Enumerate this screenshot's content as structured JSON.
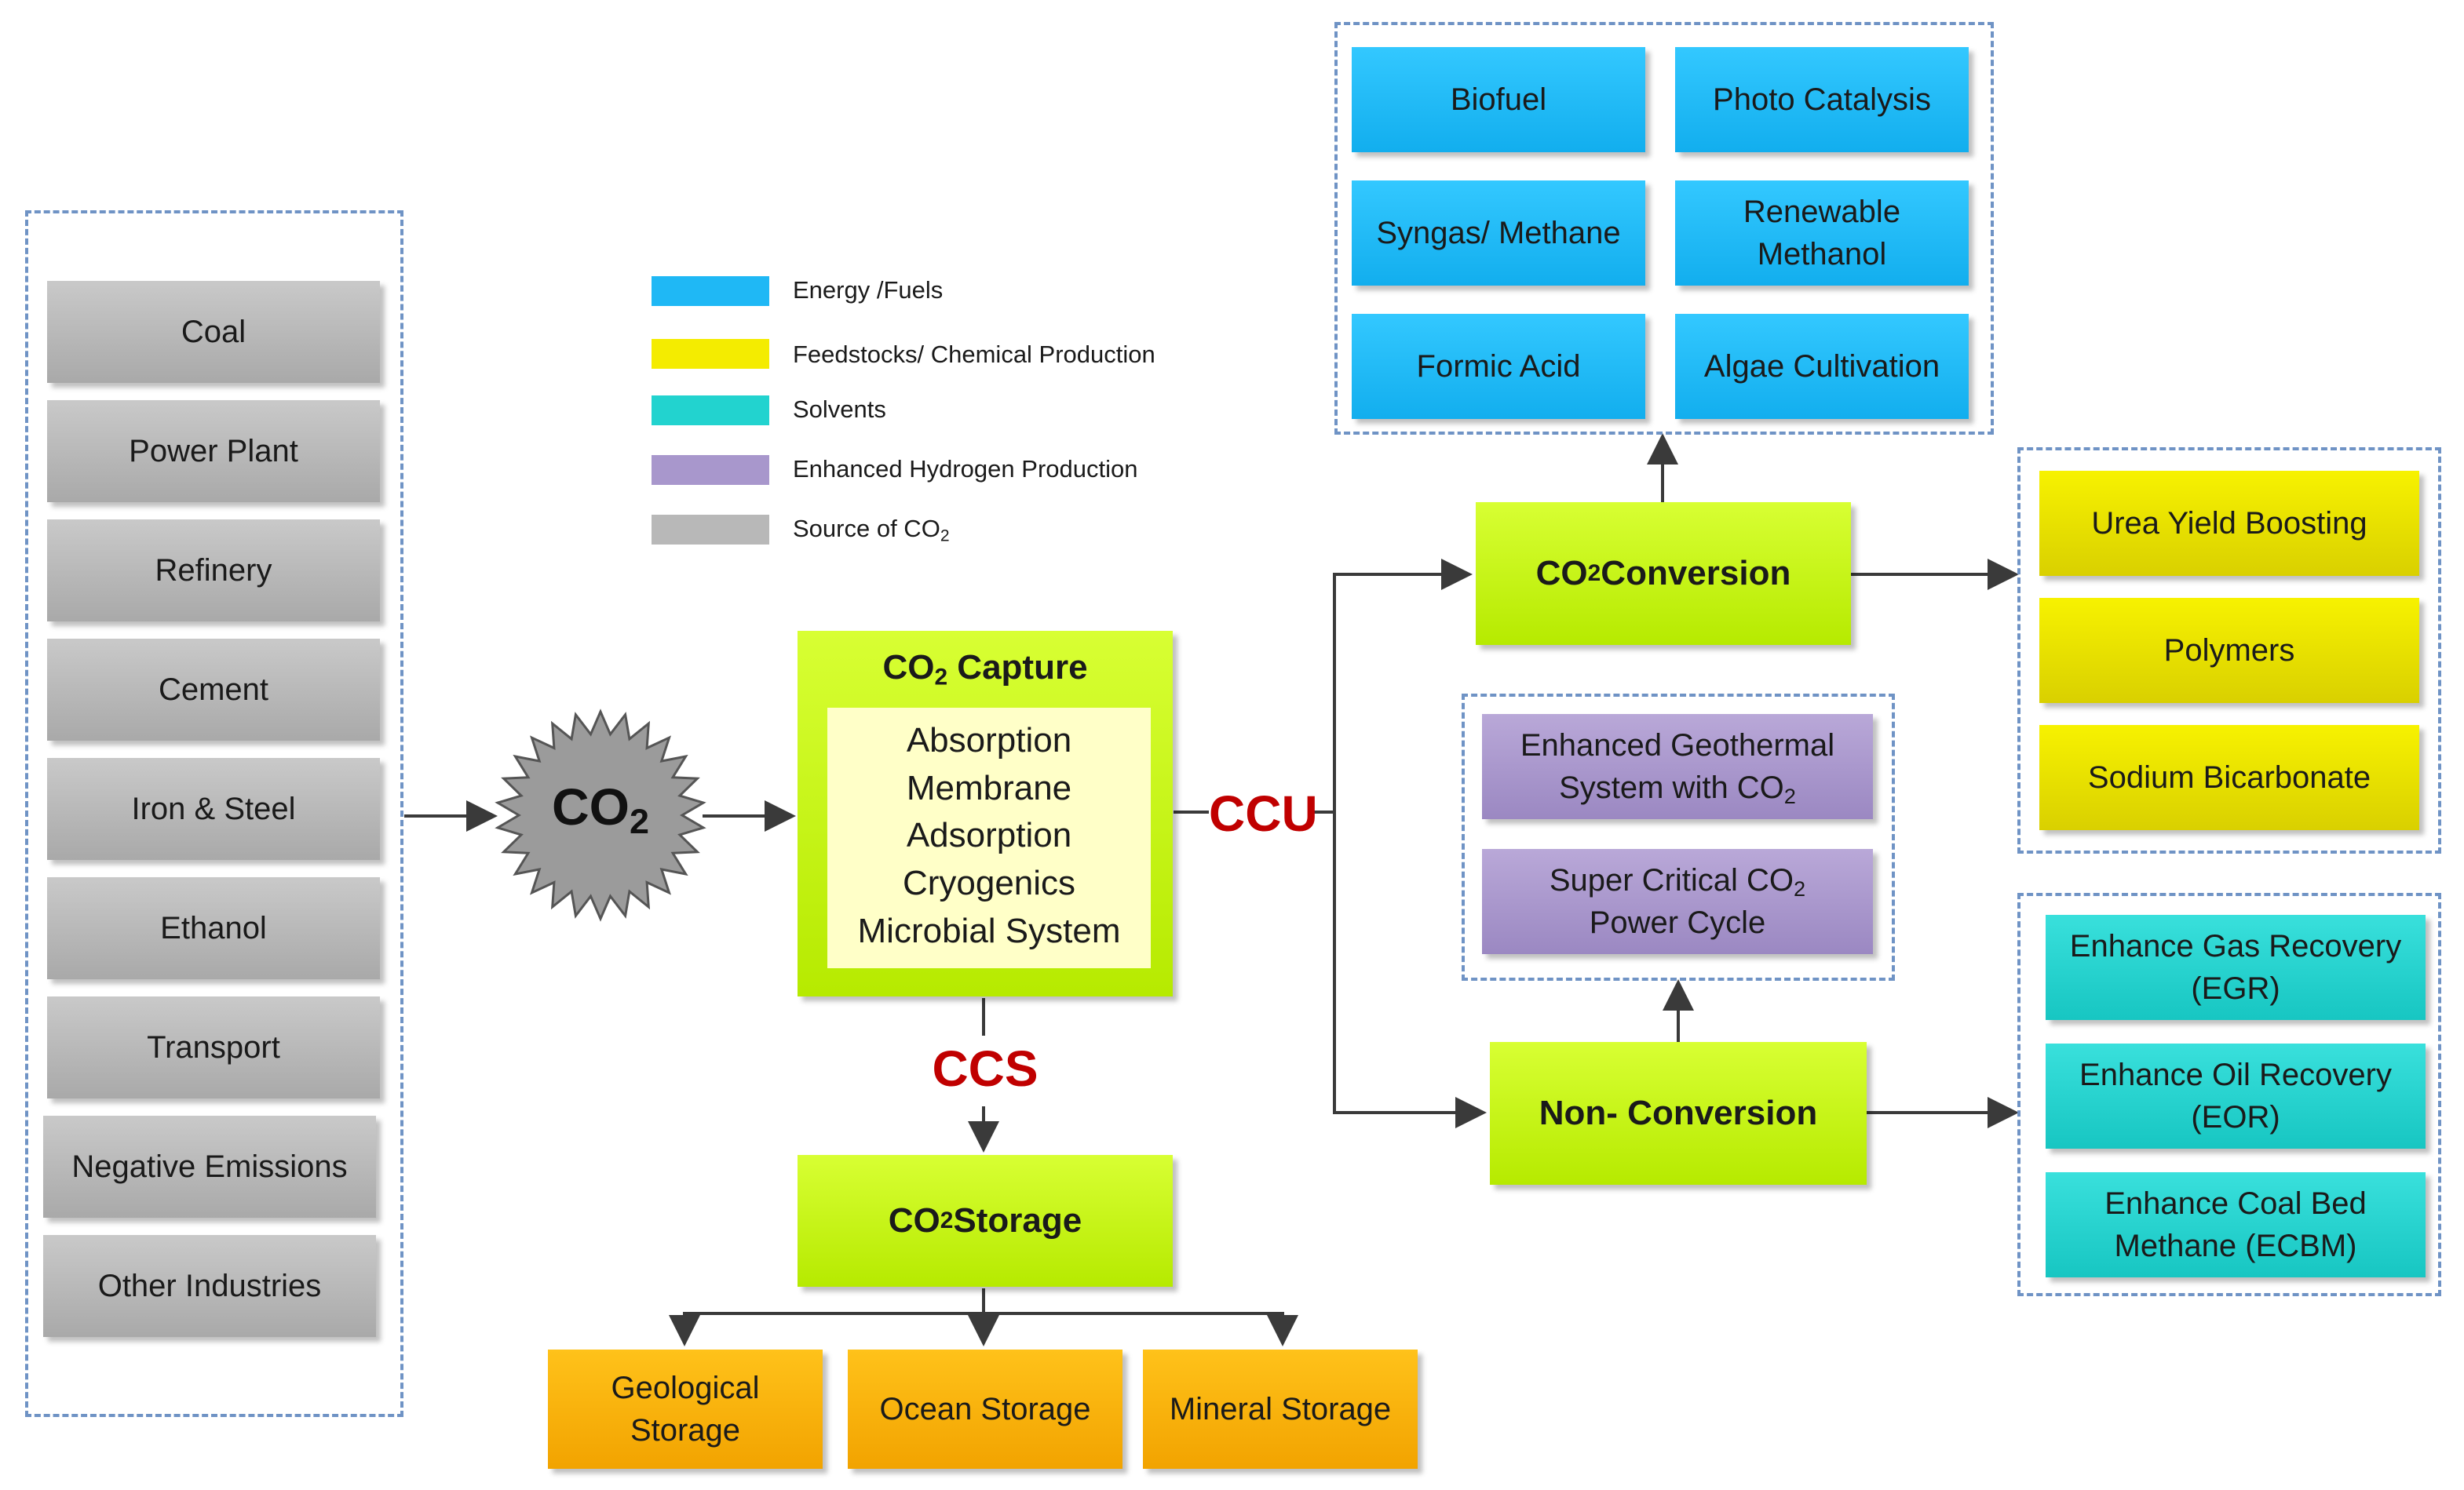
{
  "sources": [
    "Coal",
    "Power Plant",
    "Refinery",
    "Cement",
    "Iron & Steel",
    "Ethanol",
    "Transport",
    "Negative Emissions",
    "Other Industries"
  ],
  "legend": [
    {
      "label": "Energy /Fuels",
      "color": "#1fb8f5"
    },
    {
      "label": "Feedstocks/ Chemical Production",
      "color": "#f4ec00"
    },
    {
      "label": "Solvents",
      "color": "#22d3cf"
    },
    {
      "label": "Enhanced Hydrogen Production",
      "color": "#a897cc"
    },
    {
      "label": "Source of CO",
      "sub": "2",
      "color": "#b8b8b8"
    }
  ],
  "co2_burst": {
    "label": "CO",
    "sub": "2"
  },
  "capture": {
    "title": "CO",
    "title_sub": "2",
    "title_rest": " Capture",
    "methods": [
      "Absorption",
      "Membrane",
      "Adsorption",
      "Cryogenics",
      "Microbial System"
    ]
  },
  "ccu_label": "CCU",
  "ccs_label": "CCS",
  "storage": {
    "title": "CO",
    "title_sub": "2",
    "title_rest": " Storage",
    "types": [
      "Geological Storage",
      "Ocean Storage",
      "Mineral Storage"
    ]
  },
  "conversion": {
    "title": "CO",
    "title_sub": "2",
    "title_rest": " Conversion",
    "energy_products": [
      "Biofuel",
      "Photo Catalysis",
      "Syngas/ Methane",
      "Renewable Methanol",
      "Formic Acid",
      "Algae Cultivation"
    ],
    "chemical_products": [
      "Urea Yield Boosting",
      "Polymers",
      "Sodium Bicarbonate"
    ]
  },
  "non_conversion": {
    "title": "Non- Conversion",
    "hydrogen_items": [
      {
        "a": "Enhanced Geothermal System with CO",
        "sub": "2",
        "b": ""
      },
      {
        "a": "Super Critical CO",
        "sub": "2",
        "b": " Power Cycle"
      }
    ],
    "solvent_items": [
      "Enhance Gas Recovery (EGR)",
      "Enhance Oil Recovery (EOR)",
      "Enhance Coal Bed Methane (ECBM)"
    ]
  }
}
